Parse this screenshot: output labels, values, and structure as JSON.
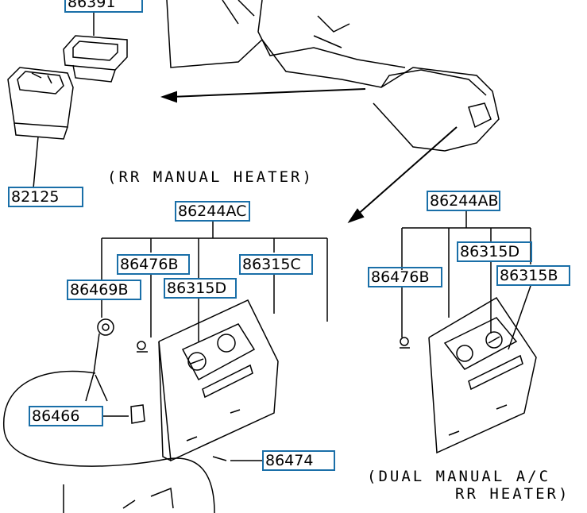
{
  "accent_color": "#1a6fa8",
  "captions": {
    "rr_manual_heater": "(RR MANUAL HEATER)",
    "dual_line1": "(DUAL MANUAL A/C",
    "dual_line2": "RR HEATER)"
  },
  "parts": {
    "p86391": "86391",
    "p82125": "82125",
    "p86244AC": "86244AC",
    "p86476B_left": "86476B",
    "p86315C": "86315C",
    "p86469B": "86469B",
    "p86315D_left": "86315D",
    "p86466": "86466",
    "p86474": "86474",
    "p86244AB": "86244AB",
    "p86315D_right": "86315D",
    "p86476B_right": "86476B",
    "p86315B": "86315B"
  }
}
